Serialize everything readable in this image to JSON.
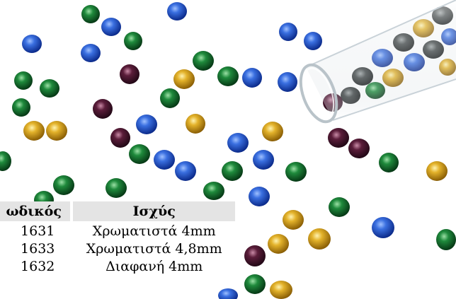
{
  "palette": {
    "blue": "#1f52c9",
    "green": "#13702b",
    "purple": "#4b1530",
    "yellow": "#d4a21b",
    "header_bg": "#e4e4e4"
  },
  "table": {
    "headers": [
      "ωδικός",
      "Ισχύς"
    ],
    "rows": [
      {
        "code": "1631",
        "strength": "Χρωματιστά 4mm"
      },
      {
        "code": "1633",
        "strength": "Χρωματιστά 4,8mm"
      },
      {
        "code": "1632",
        "strength": "Διαφανή 4mm"
      }
    ]
  }
}
